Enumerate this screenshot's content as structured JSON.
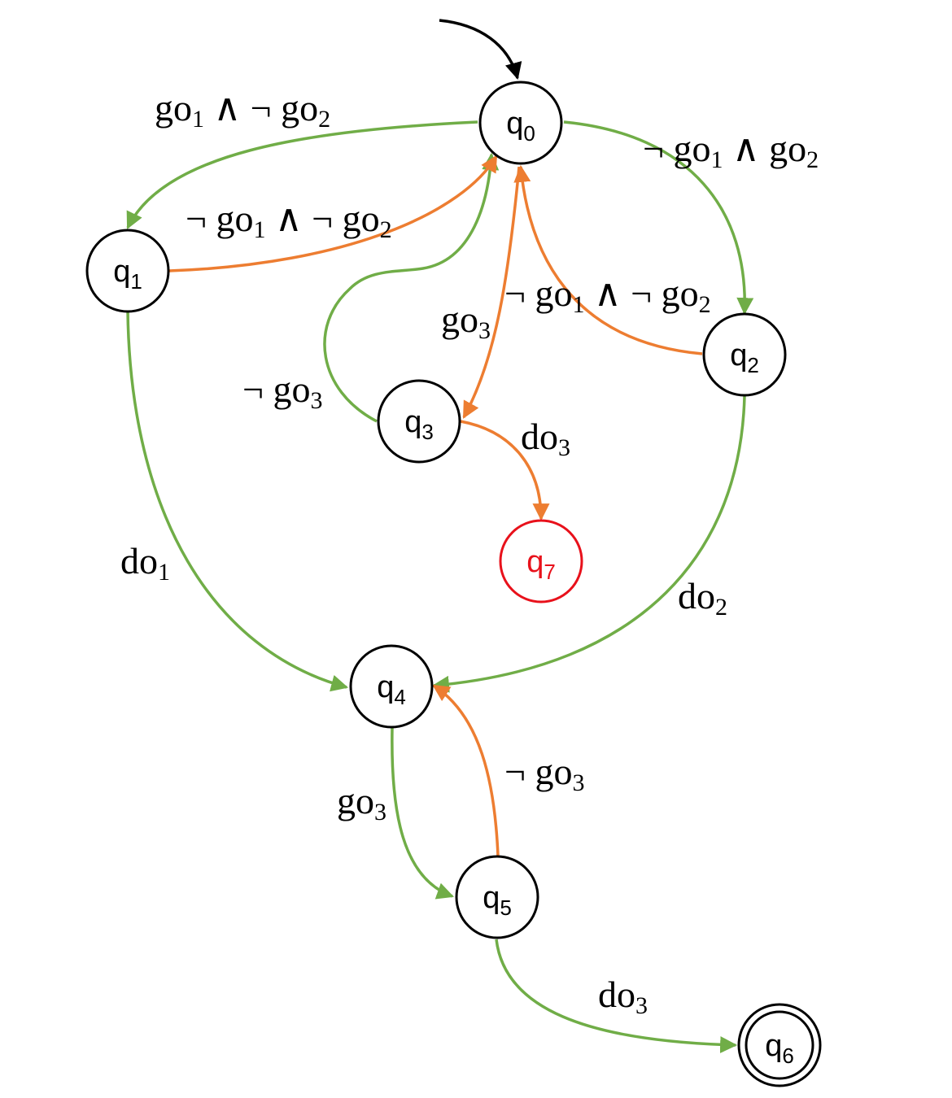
{
  "colors": {
    "accepted": "#70ad47",
    "rejected": "#ed7d31",
    "start": "#000000",
    "node_stroke": "#000000",
    "sink": "#e8111b"
  },
  "nodes": {
    "q0": {
      "base": "q",
      "sub": "0"
    },
    "q1": {
      "base": "q",
      "sub": "1"
    },
    "q2": {
      "base": "q",
      "sub": "2"
    },
    "q3": {
      "base": "q",
      "sub": "3"
    },
    "q4": {
      "base": "q",
      "sub": "4"
    },
    "q5": {
      "base": "q",
      "sub": "5"
    },
    "q6": {
      "base": "q",
      "sub": "6"
    },
    "q7": {
      "base": "q",
      "sub": "7"
    }
  },
  "edges": {
    "q0_q1": {
      "parts": [
        {
          "t": "go",
          "s": "1"
        },
        {
          "t": " ∧ ¬ go",
          "s": "2"
        }
      ]
    },
    "q0_q2": {
      "parts": [
        {
          "t": "¬ go",
          "s": "1"
        },
        {
          "t": " ∧ go",
          "s": "2"
        }
      ]
    },
    "q1_q0": {
      "parts": [
        {
          "t": "¬ go",
          "s": "1"
        },
        {
          "t": " ∧ ¬ go",
          "s": "2"
        }
      ]
    },
    "q2_q0": {
      "parts": [
        {
          "t": "¬ go",
          "s": "1"
        },
        {
          "t": " ∧ ¬ go",
          "s": "2"
        }
      ]
    },
    "q0_q3": {
      "parts": [
        {
          "t": "go",
          "s": "3"
        }
      ]
    },
    "q3_q0": {
      "parts": [
        {
          "t": "¬ go",
          "s": "3"
        }
      ]
    },
    "q3_q7": {
      "parts": [
        {
          "t": "do",
          "s": "3"
        }
      ]
    },
    "q1_q4": {
      "parts": [
        {
          "t": "do",
          "s": "1"
        }
      ]
    },
    "q2_q4": {
      "parts": [
        {
          "t": "do",
          "s": "2"
        }
      ]
    },
    "q4_q5": {
      "parts": [
        {
          "t": "go",
          "s": "3"
        }
      ]
    },
    "q5_q4": {
      "parts": [
        {
          "t": "¬ go",
          "s": "3"
        }
      ]
    },
    "q5_q6": {
      "parts": [
        {
          "t": "do",
          "s": "3"
        }
      ]
    }
  }
}
